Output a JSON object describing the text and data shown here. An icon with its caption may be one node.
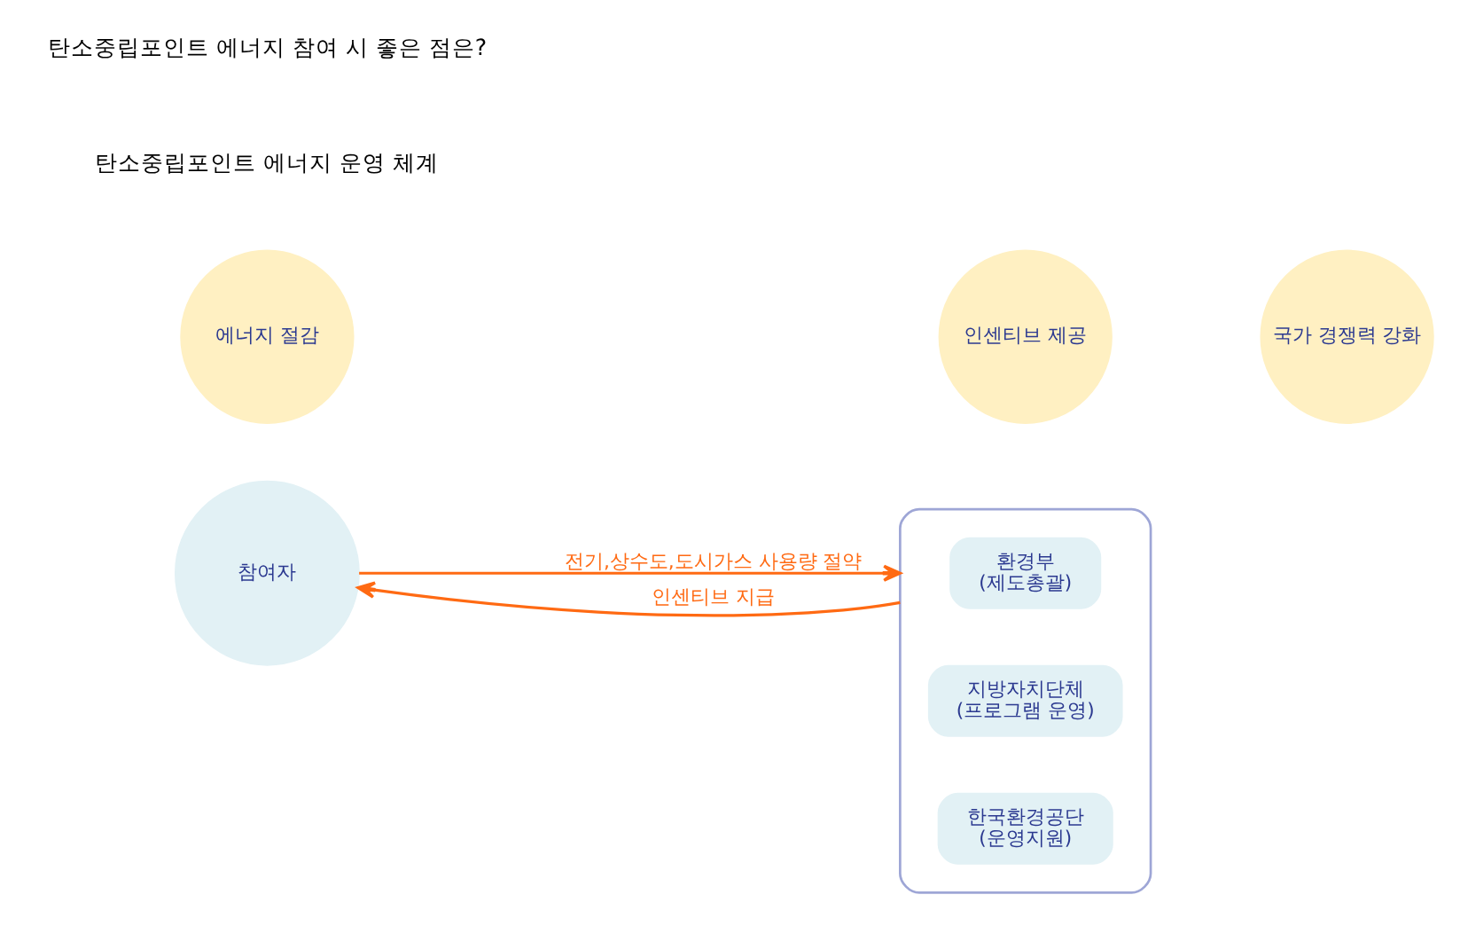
{
  "diagram": {
    "nodes": [
      {
        "text": [
          "참여자"
        ]
      },
      {
        "text": [],
        "shape": "box"
      },
      {
        "text": [
          "환경부",
          "(제도총괄)"
        ],
        "in": 1
      },
      {
        "text": [
          "지방자치단체",
          "(프로그램 운영)"
        ],
        "in": 1
      },
      {
        "text": [
          "한국환경공단",
          "(운영지원)"
        ],
        "in": 1
      },
      {
        "text": [
          "에너지 절감"
        ]
      },
      {
        "text": [
          "인센티브 제공"
        ]
      },
      {
        "text": [
          "국가 경쟁력 강화"
        ]
      }
    ],
    "edges": [
      {
        "from": 0,
        "to": 1,
        "arrow": "to",
        "label": "전기,상수도,도시가스 사용량 절약"
      },
      {
        "from": 1,
        "to": 0,
        "arrow": "to",
        "label": "인센티브 지급"
      }
    ],
    "labels": [
      "탄소중립포인트 에너지 운영 체계",
      "탄소중립포인트 에너지 참여 시 좋은 점은?"
    ]
  }
}
